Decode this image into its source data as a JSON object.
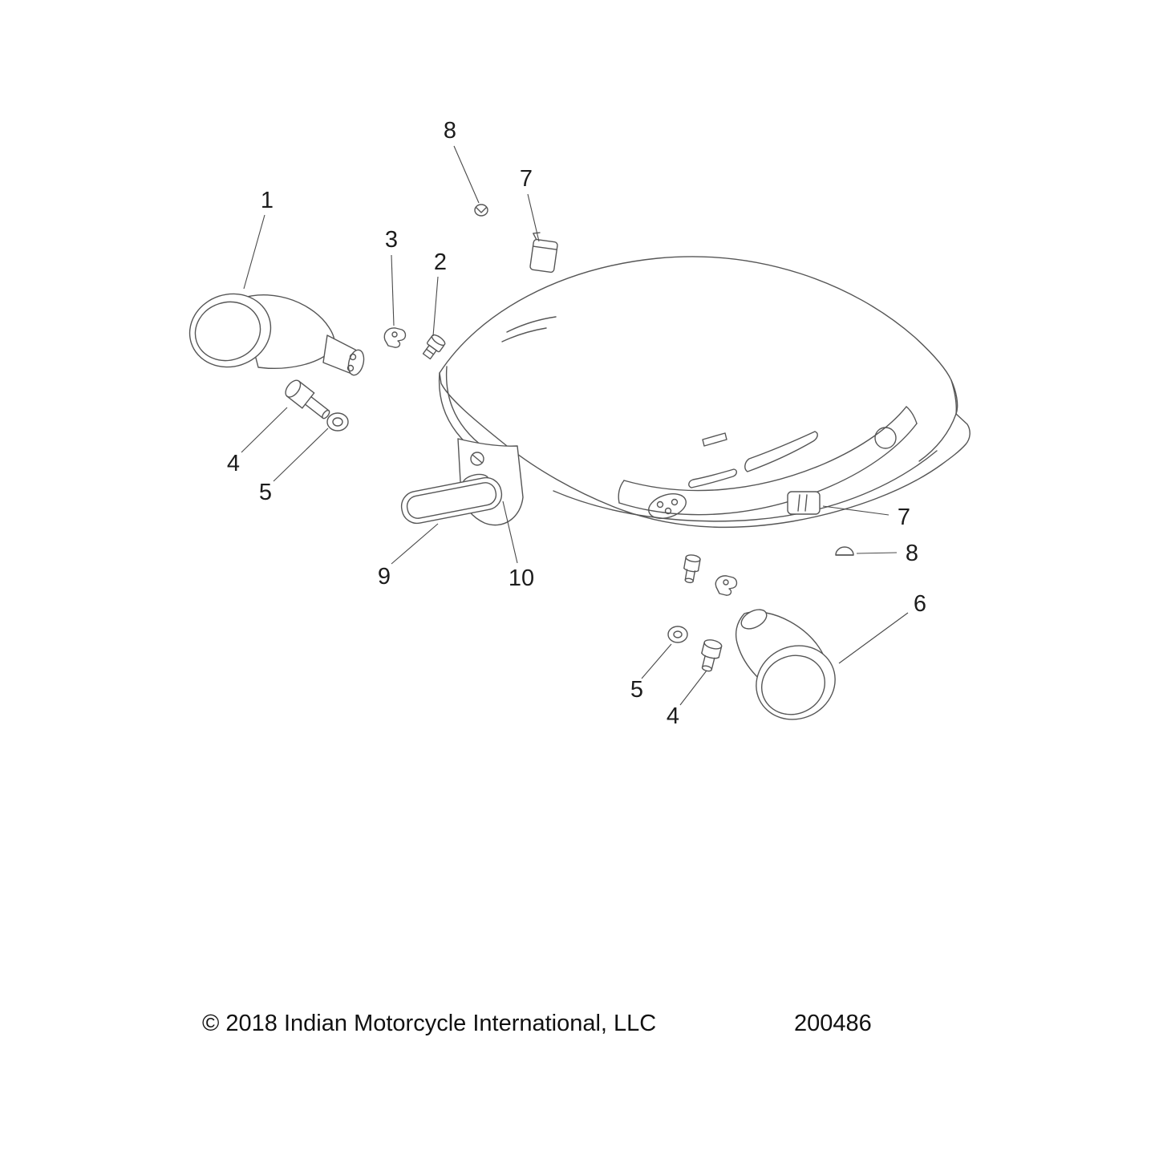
{
  "diagram": {
    "copyright": "© 2018 Indian Motorcycle International, LLC",
    "part_number": "200486",
    "callouts": {
      "c1": "1",
      "c2": "2",
      "c3": "3",
      "c4_left": "4",
      "c4_right": "4",
      "c5_left": "5",
      "c5_right": "5",
      "c6": "6",
      "c7_top": "7",
      "c7_right": "7",
      "c8_top": "8",
      "c8_right": "8",
      "c9": "9",
      "c10": "10"
    }
  }
}
